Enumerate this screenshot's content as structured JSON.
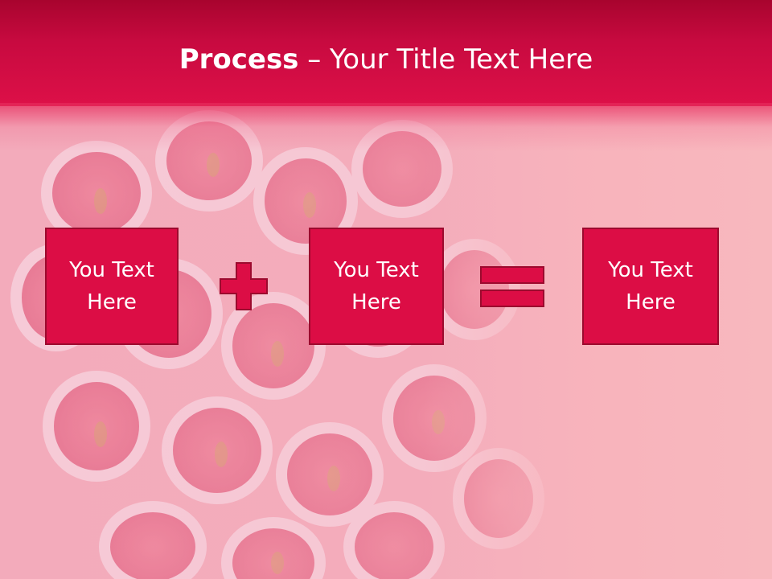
{
  "slide": {
    "title_bold": "Process",
    "title_rest": " – Your Title Text Here"
  },
  "process_boxes": [
    {
      "line1": "You Text",
      "line2": "Here"
    },
    {
      "line1": "You Text",
      "line2": "Here"
    },
    {
      "line1": "You Text",
      "line2": "Here"
    }
  ],
  "operators": [
    "plus-icon",
    "equals-icon"
  ],
  "colors": {
    "header": "#c80a40",
    "box_fill": "#dc0d45",
    "box_border": "#9c0a2e",
    "background": "#f8b4bc"
  }
}
